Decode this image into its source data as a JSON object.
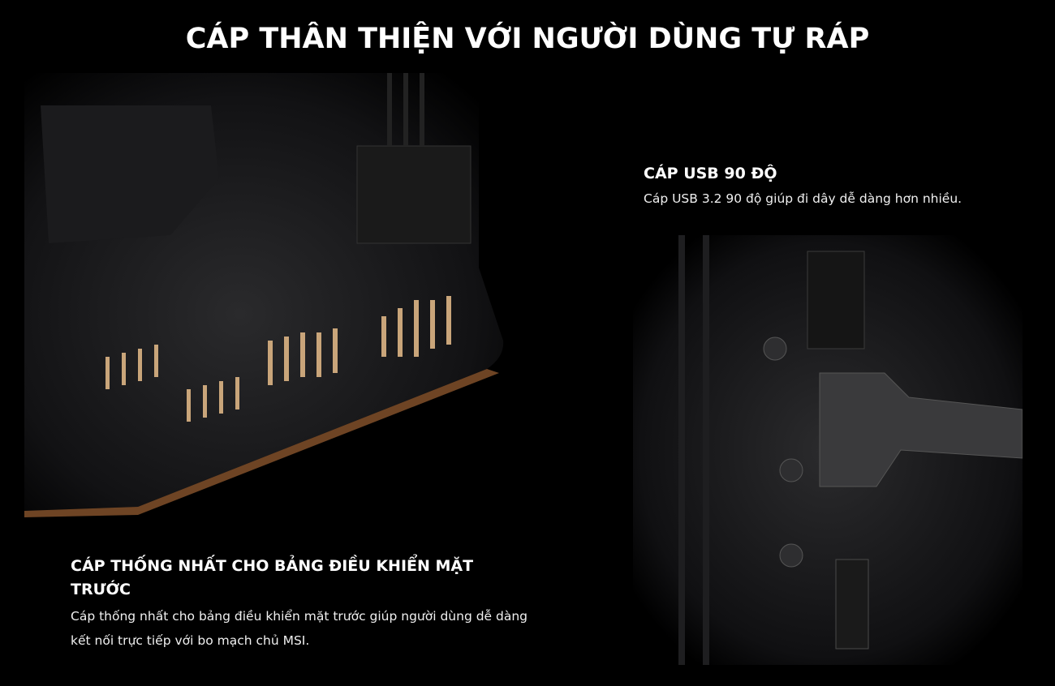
{
  "title": "CÁP THÂN THIỆN VỚI NGƯỜI DÙNG TỰ RÁP",
  "features": [
    {
      "heading": "CÁP USB 90 ĐỘ",
      "description": "Cáp USB 3.2 90 độ giúp đi dây dễ dàng hơn nhiều."
    },
    {
      "heading": "CÁP THỐNG NHẤT CHO BẢNG ĐIỀU KHIỂN MẶT TRƯỚC",
      "description": "Cáp thống nhất cho bảng điều khiển mặt trước giúp người dùng dễ dàng kết nối trực tiếp với bo mạch chủ MSI."
    }
  ],
  "colors": {
    "background": "#000000",
    "text": "#ffffff",
    "board_edge": "#8a5a30"
  }
}
